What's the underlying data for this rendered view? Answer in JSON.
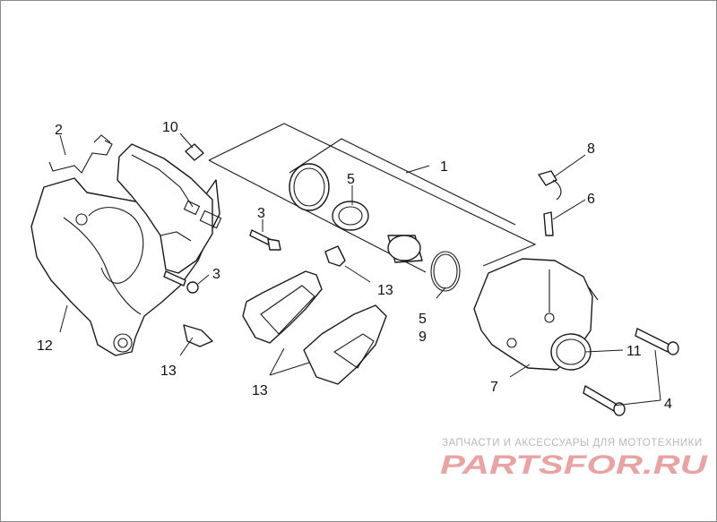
{
  "callouts": {
    "c1": "1",
    "c2": "2",
    "c3a": "3",
    "c3b": "3",
    "c4": "4",
    "c5a": "5",
    "c5b": "5",
    "c6": "6",
    "c7": "7",
    "c8": "8",
    "c9": "9",
    "c10": "10",
    "c11": "11",
    "c12": "12",
    "c13a": "13",
    "c13b": "13",
    "c13c": "13"
  },
  "watermark": {
    "caption": "ЗАПЧАСТИ И АКСЕССУАРЫ ДЛЯ МОТОТЕХНИКИ",
    "logo_text": "PARTSFOR.RU",
    "logo_color": "#e8a4a4"
  },
  "colors": {
    "line": "#1a1a1a",
    "frame": "#8a8a8a",
    "watermark_text": "#b9b9b9"
  }
}
